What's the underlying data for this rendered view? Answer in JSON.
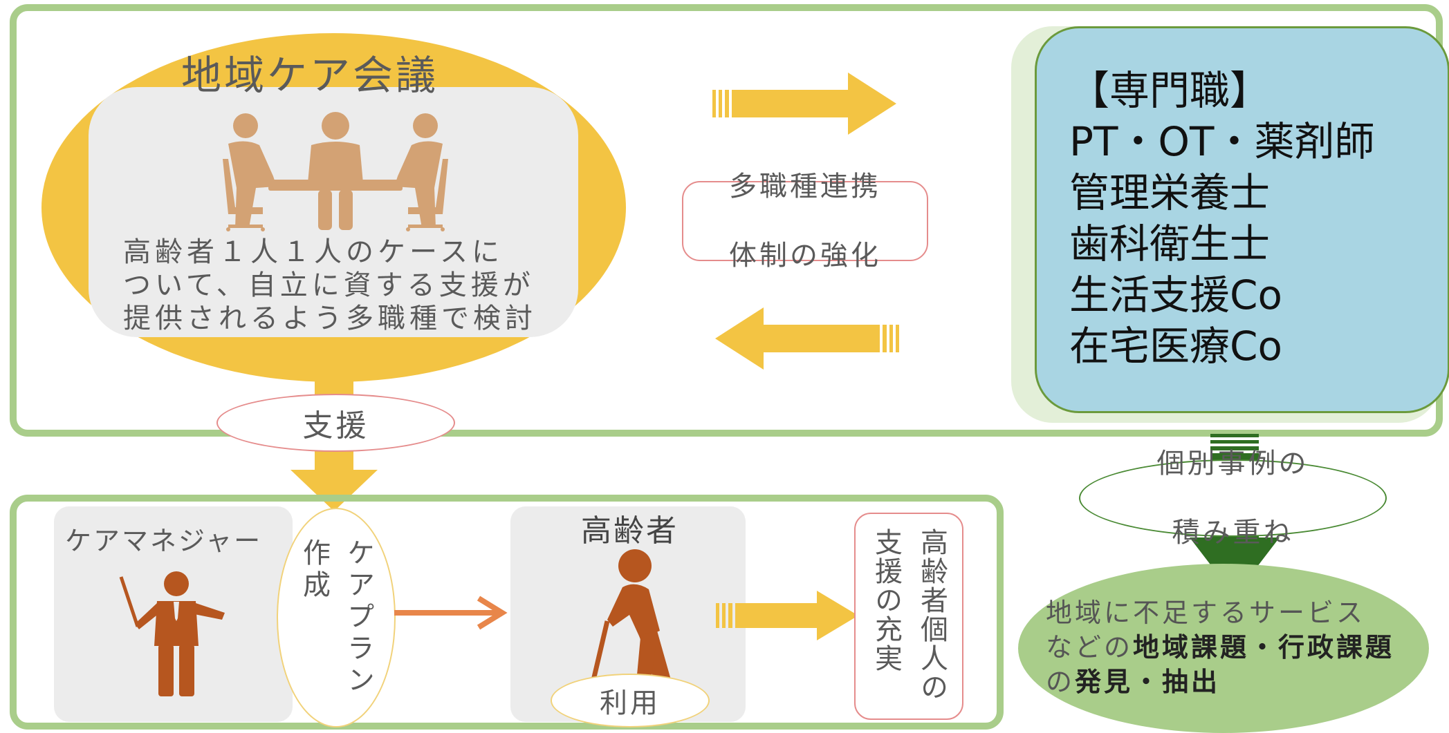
{
  "meeting": {
    "title": "地域ケア会議",
    "description": [
      "高齢者１人１人のケースに",
      "ついて、自立に資する支援が",
      "提供されるよう多職種で検討"
    ]
  },
  "collaboration_label": [
    "多職種連携",
    "体制の強化"
  ],
  "experts": {
    "heading": "【専門職】",
    "lines": [
      "PT・OT・薬剤師",
      "管理栄養士",
      "歯科衛生士",
      "生活支援Co",
      "在宅医療Co"
    ]
  },
  "support_label": "支援",
  "accumulation_label": [
    "個別事例の",
    "積み重ね"
  ],
  "care_manager_label": "ケアマネジャー",
  "care_plan_label": [
    "ケアプラン",
    "作成"
  ],
  "elderly_label": "高齢者",
  "use_label": "利用",
  "result_label": [
    "高齢者個人の",
    "支援の充実"
  ],
  "discovery": {
    "line1": "地域に不足するサービス",
    "line2_prefix": "などの",
    "line2_bold": "地域課題・行政課題",
    "line3_prefix": "の",
    "line3_bold": "発見・抽出"
  },
  "colors": {
    "frame_green": "#a9cd8a",
    "meeting_yellow": "#f3c443",
    "figure_tan": "#d3a274",
    "elder_brown": "#b6561f",
    "expert_blue": "#a9d5e3",
    "dark_green_arrow": "#2f6e22",
    "light_green": "#a9cd8a",
    "pink_border": "#e58c8c"
  }
}
